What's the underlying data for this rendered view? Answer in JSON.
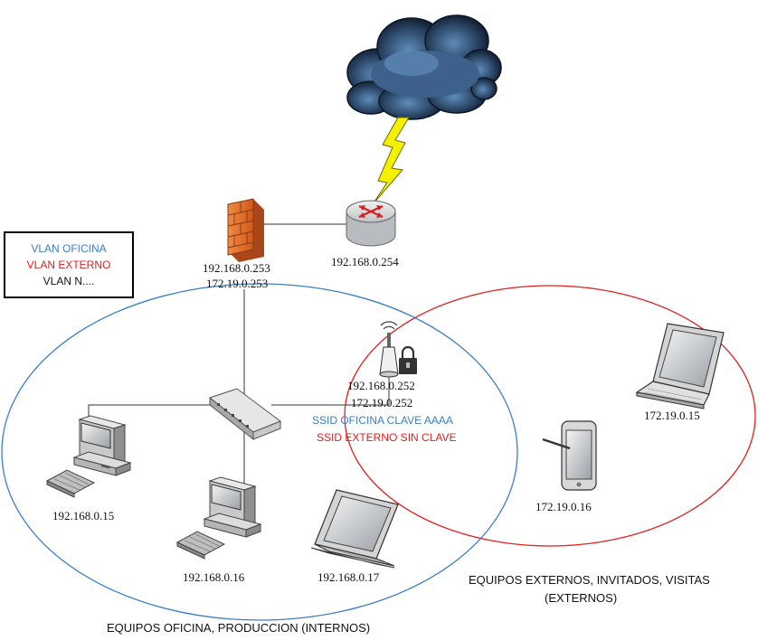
{
  "legend": {
    "items": [
      {
        "text": "VLAN OFICINA",
        "color": "#3a7ec7"
      },
      {
        "text": "VLAN EXTERNO",
        "color": "#e02020"
      },
      {
        "text": "VLAN N....",
        "color": "#111111"
      }
    ]
  },
  "nodes": {
    "firewall": {
      "ip1": "192.168.0.253",
      "ip2": "172.19.0.253"
    },
    "router": {
      "ip": "192.168.0.254"
    },
    "access_point": {
      "ip1": "192.168.0.252",
      "ip2": "172.19.0.252",
      "ssid_office": "SSID OFICINA CLAVE AAAA",
      "ssid_external": "SSID EXTERNO SIN CLAVE"
    },
    "pc1": {
      "ip": "192.168.0.15"
    },
    "pc2": {
      "ip": "192.168.0.16"
    },
    "laptop_internal": {
      "ip": "192.168.0.17"
    },
    "laptop_external": {
      "ip": "172.19.0.15"
    },
    "tablet_external": {
      "ip": "172.19.0.16"
    }
  },
  "zones": {
    "internal_caption": "EQUIPOS OFICINA, PRODUCCION (INTERNOS)",
    "external_caption_line1": "EQUIPOS EXTERNOS, INVITADOS, VISITAS",
    "external_caption_line2": "(EXTERNOS)",
    "internal_color": "#3a7ec7",
    "external_color": "#e02020"
  }
}
